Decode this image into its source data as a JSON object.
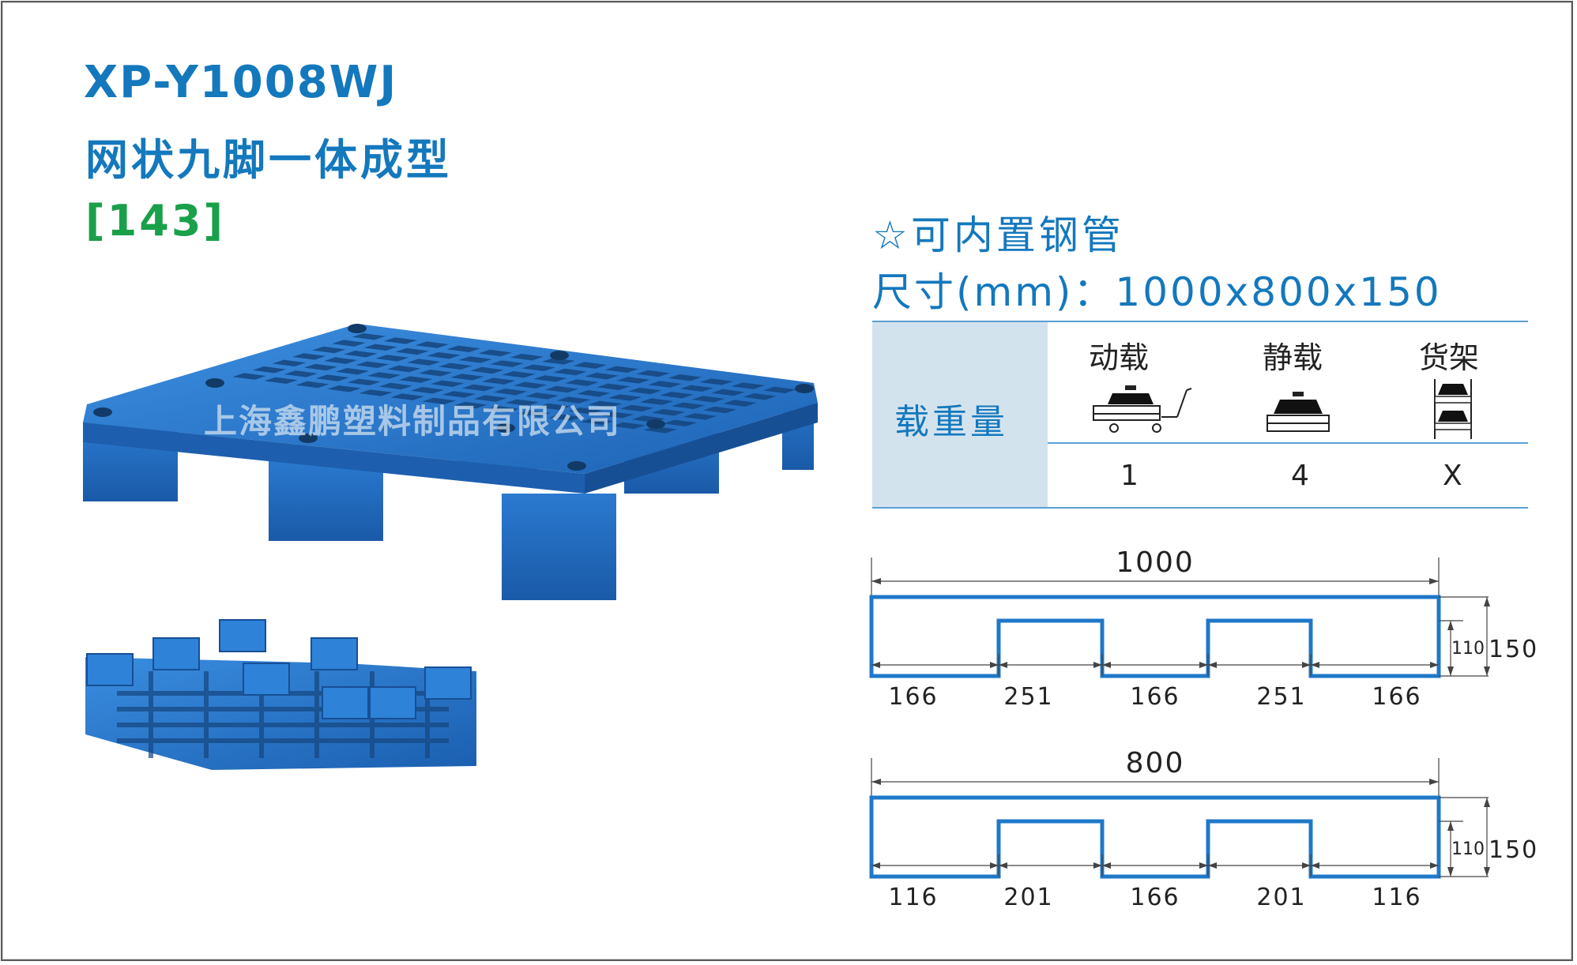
{
  "product": {
    "model": "XP-Y1008WJ",
    "name": "网状九脚一体成型",
    "code": "[143]",
    "watermark": "上海鑫鹏塑料制品有限公司"
  },
  "specs": {
    "feature": "☆可内置钢管",
    "size": "尺寸(mm)：1000x800x150"
  },
  "load_table": {
    "row_label": "载重量",
    "columns": [
      {
        "header": "动载",
        "icon": "dynamic-load-trolley-icon",
        "value": "1"
      },
      {
        "header": "静载",
        "icon": "static-load-icon",
        "value": "4"
      },
      {
        "header": "货架",
        "icon": "rack-load-icon",
        "value": "X"
      }
    ]
  },
  "diagrams": [
    {
      "total_width": "1000",
      "height_total": "150",
      "height_inner": "110",
      "segments": [
        "166",
        "251",
        "166",
        "251",
        "166"
      ]
    },
    {
      "total_width": "800",
      "height_total": "150",
      "height_inner": "110",
      "segments": [
        "116",
        "201",
        "166",
        "201",
        "116"
      ]
    }
  ],
  "colors": {
    "title_blue": "#1478bd",
    "code_green": "#1aa04a",
    "pallet_blue": "#1f6fc4",
    "table_label_bg": "#d3e3ee",
    "diagram_line": "#1f78c8"
  }
}
